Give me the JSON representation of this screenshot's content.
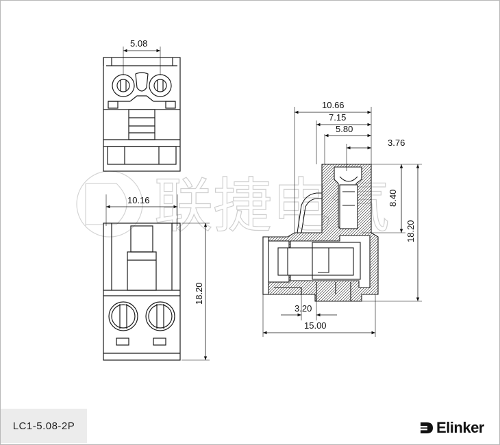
{
  "part_number": "LC1-5.08-2P",
  "brand": {
    "name": "Elinker"
  },
  "watermark": {
    "text": "联捷电气"
  },
  "dimensions": {
    "pitch_top": "5.08",
    "pitch_bottom": "10.16",
    "front_height": "18.20",
    "side_width_1": "10.66",
    "side_width_2": "7.15",
    "side_width_3": "5.80",
    "side_width_4": "3.76",
    "side_height_1": "8.40",
    "side_height_2": "18.20",
    "pin_offset": "3.20",
    "overall_depth": "15.00"
  },
  "colors": {
    "line": "#1a1a1a",
    "watermark": "#cfcfcf",
    "label_bg": "#ececec"
  }
}
